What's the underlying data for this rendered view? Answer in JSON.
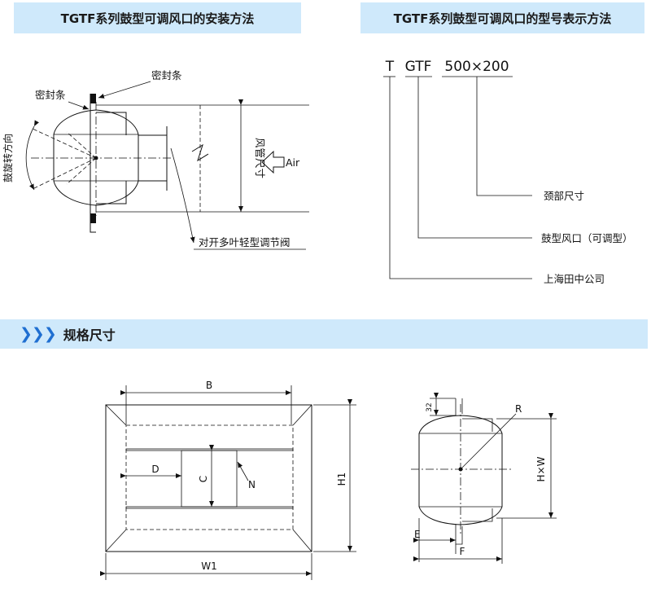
{
  "headers": {
    "install_title": "TGTF系列鼓型可调风口的安装方法",
    "model_title": "TGTF系列鼓型可调风口的型号表示方法",
    "spec_chevrons": "❯❯❯",
    "spec_title": "规格尺寸"
  },
  "install_labels": {
    "seal_strip_top": "密封条",
    "seal_strip_left": "密封条",
    "rotation_direction": "鼓旋转方向",
    "duct_size": "风管尺寸",
    "air": "Air",
    "damper": "对开多叶轻型调节阀"
  },
  "model_code": {
    "prefix": "T",
    "type": "GTF",
    "size": "500×200",
    "neck_size": "颈部尺寸",
    "drum_outlet": "鼓型风口（可调型）",
    "company": "上海田中公司"
  },
  "dimension_labels": {
    "B": "B",
    "D": "D",
    "C": "C",
    "N": "N",
    "H1": "H1",
    "W1": "W1",
    "dim_32": "32",
    "R": "R",
    "HxW": "H×W",
    "E": "E",
    "F": "F"
  }
}
